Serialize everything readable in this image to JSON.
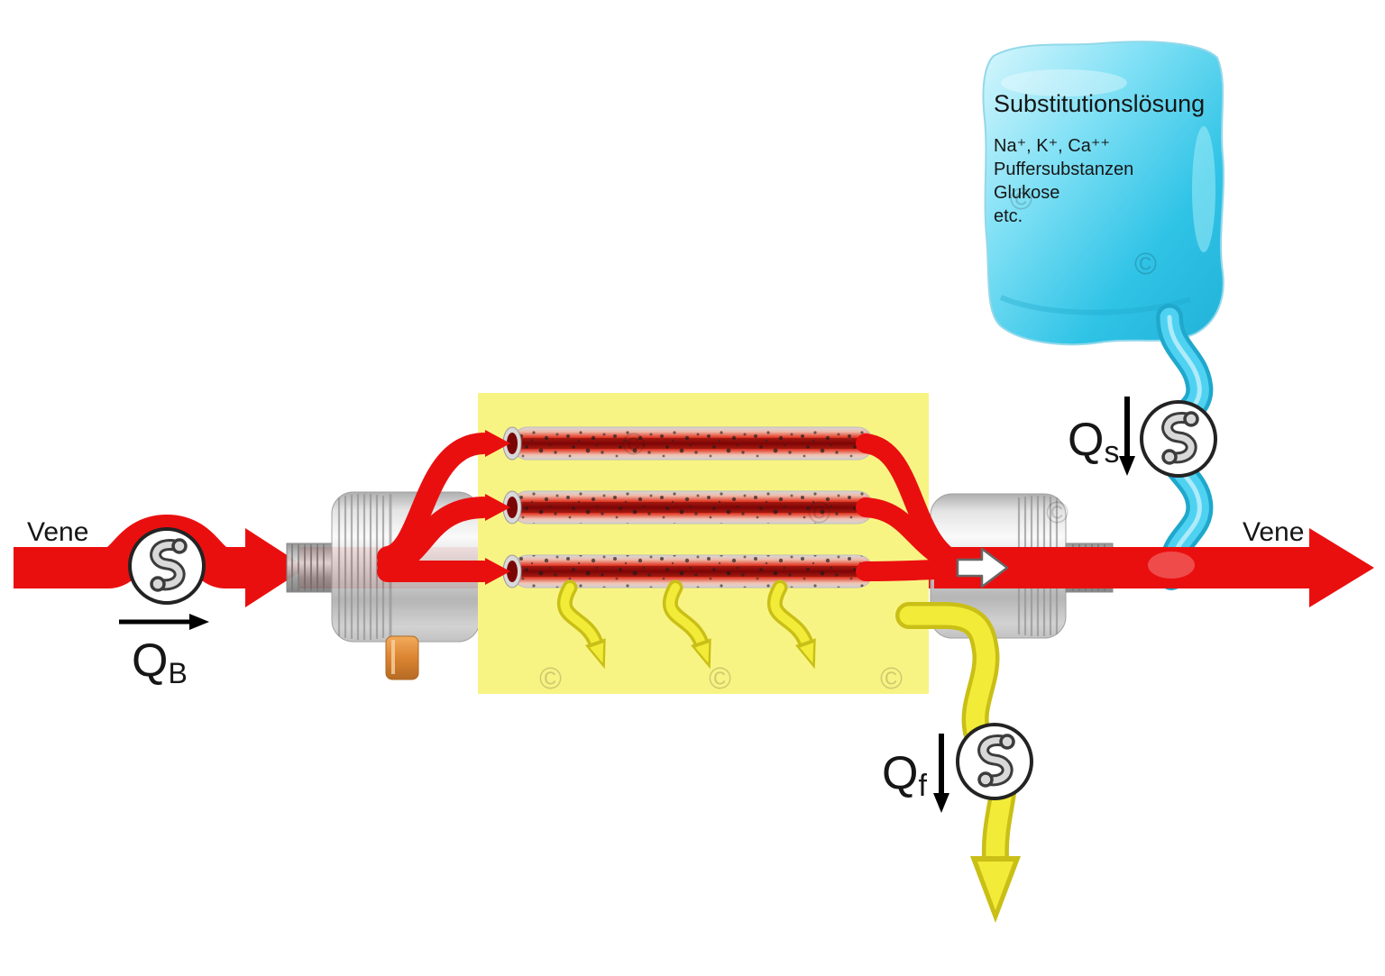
{
  "labels": {
    "vene_left": "Vene",
    "vene_right": "Vene",
    "flow_symbol": "Q",
    "qb_sub": "B",
    "qs_sub": "s",
    "qf_sub": "f"
  },
  "bag": {
    "title": "Substitutionslösung",
    "contents": [
      "Na⁺, K⁺, Ca⁺⁺",
      "Puffersubstanzen",
      "Glukose",
      "etc."
    ]
  },
  "watermark": {
    "symbol": "©"
  },
  "colors": {
    "blood": "#ea0f0f",
    "filtrate": "#f2ec38",
    "filtrate_edge": "#c9bf16",
    "substitution": "#4fd2f2",
    "substitution_edge": "#1fa8cc",
    "filter_housing": "#f8f484"
  }
}
